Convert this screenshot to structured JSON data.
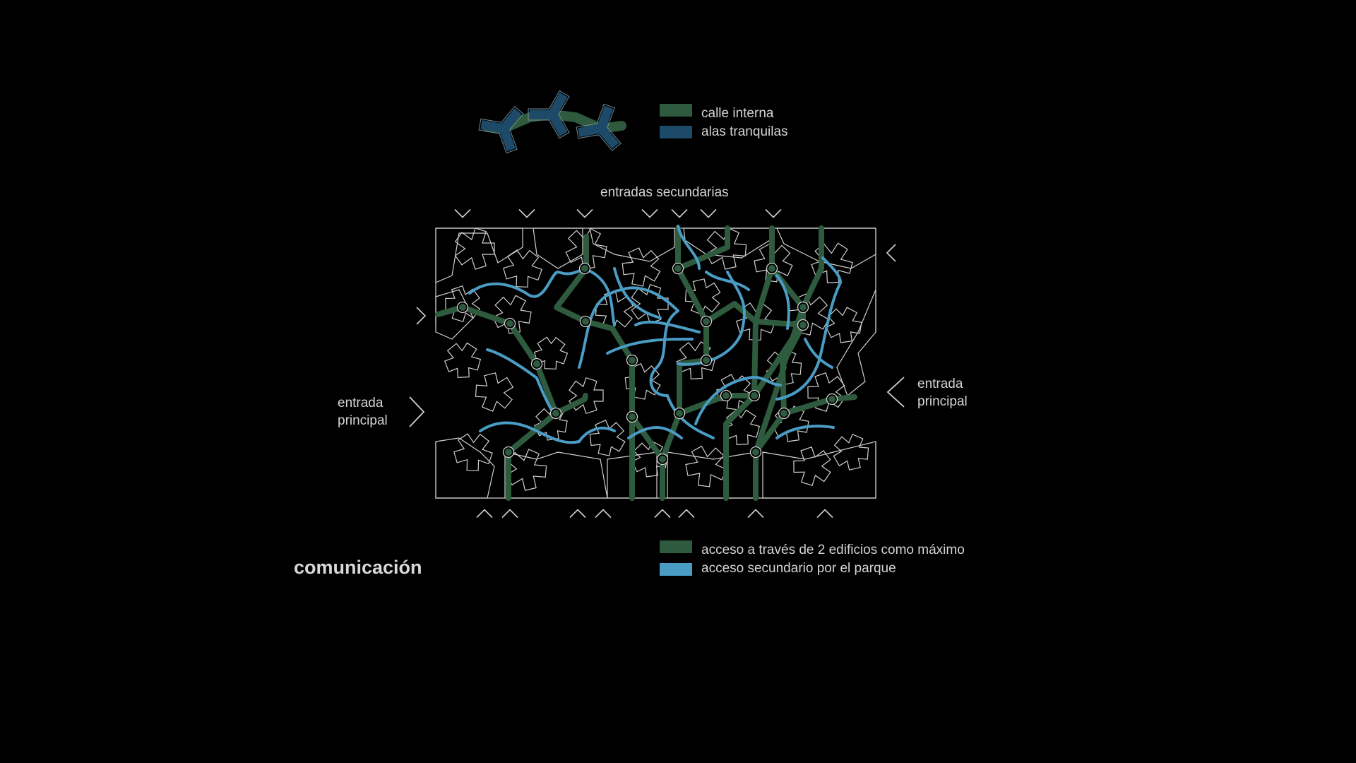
{
  "title": "comunicación",
  "legend_top": {
    "items": [
      {
        "label": "calle interna",
        "color": "#2e5a3e"
      },
      {
        "label": "alas tranquilas",
        "color": "#1d4a68"
      }
    ]
  },
  "legend_bottom": {
    "items": [
      {
        "label": "acceso a través de 2 edificios como máximo",
        "color": "#2e5a3e"
      },
      {
        "label": "acceso secundario por el parque",
        "color": "#4a9cc4"
      }
    ]
  },
  "labels": {
    "secondary_entrances": "entradas secundarias",
    "main_entrance_left": [
      "entrada",
      "principal"
    ],
    "main_entrance_right": [
      "entrada",
      "principal"
    ]
  },
  "colors": {
    "background": "#000000",
    "outline": "#d0d0d0",
    "street_green": "#2e5a3e",
    "quiet_wings_blue": "#1d4a68",
    "park_path_blue": "#4a9cc4"
  }
}
